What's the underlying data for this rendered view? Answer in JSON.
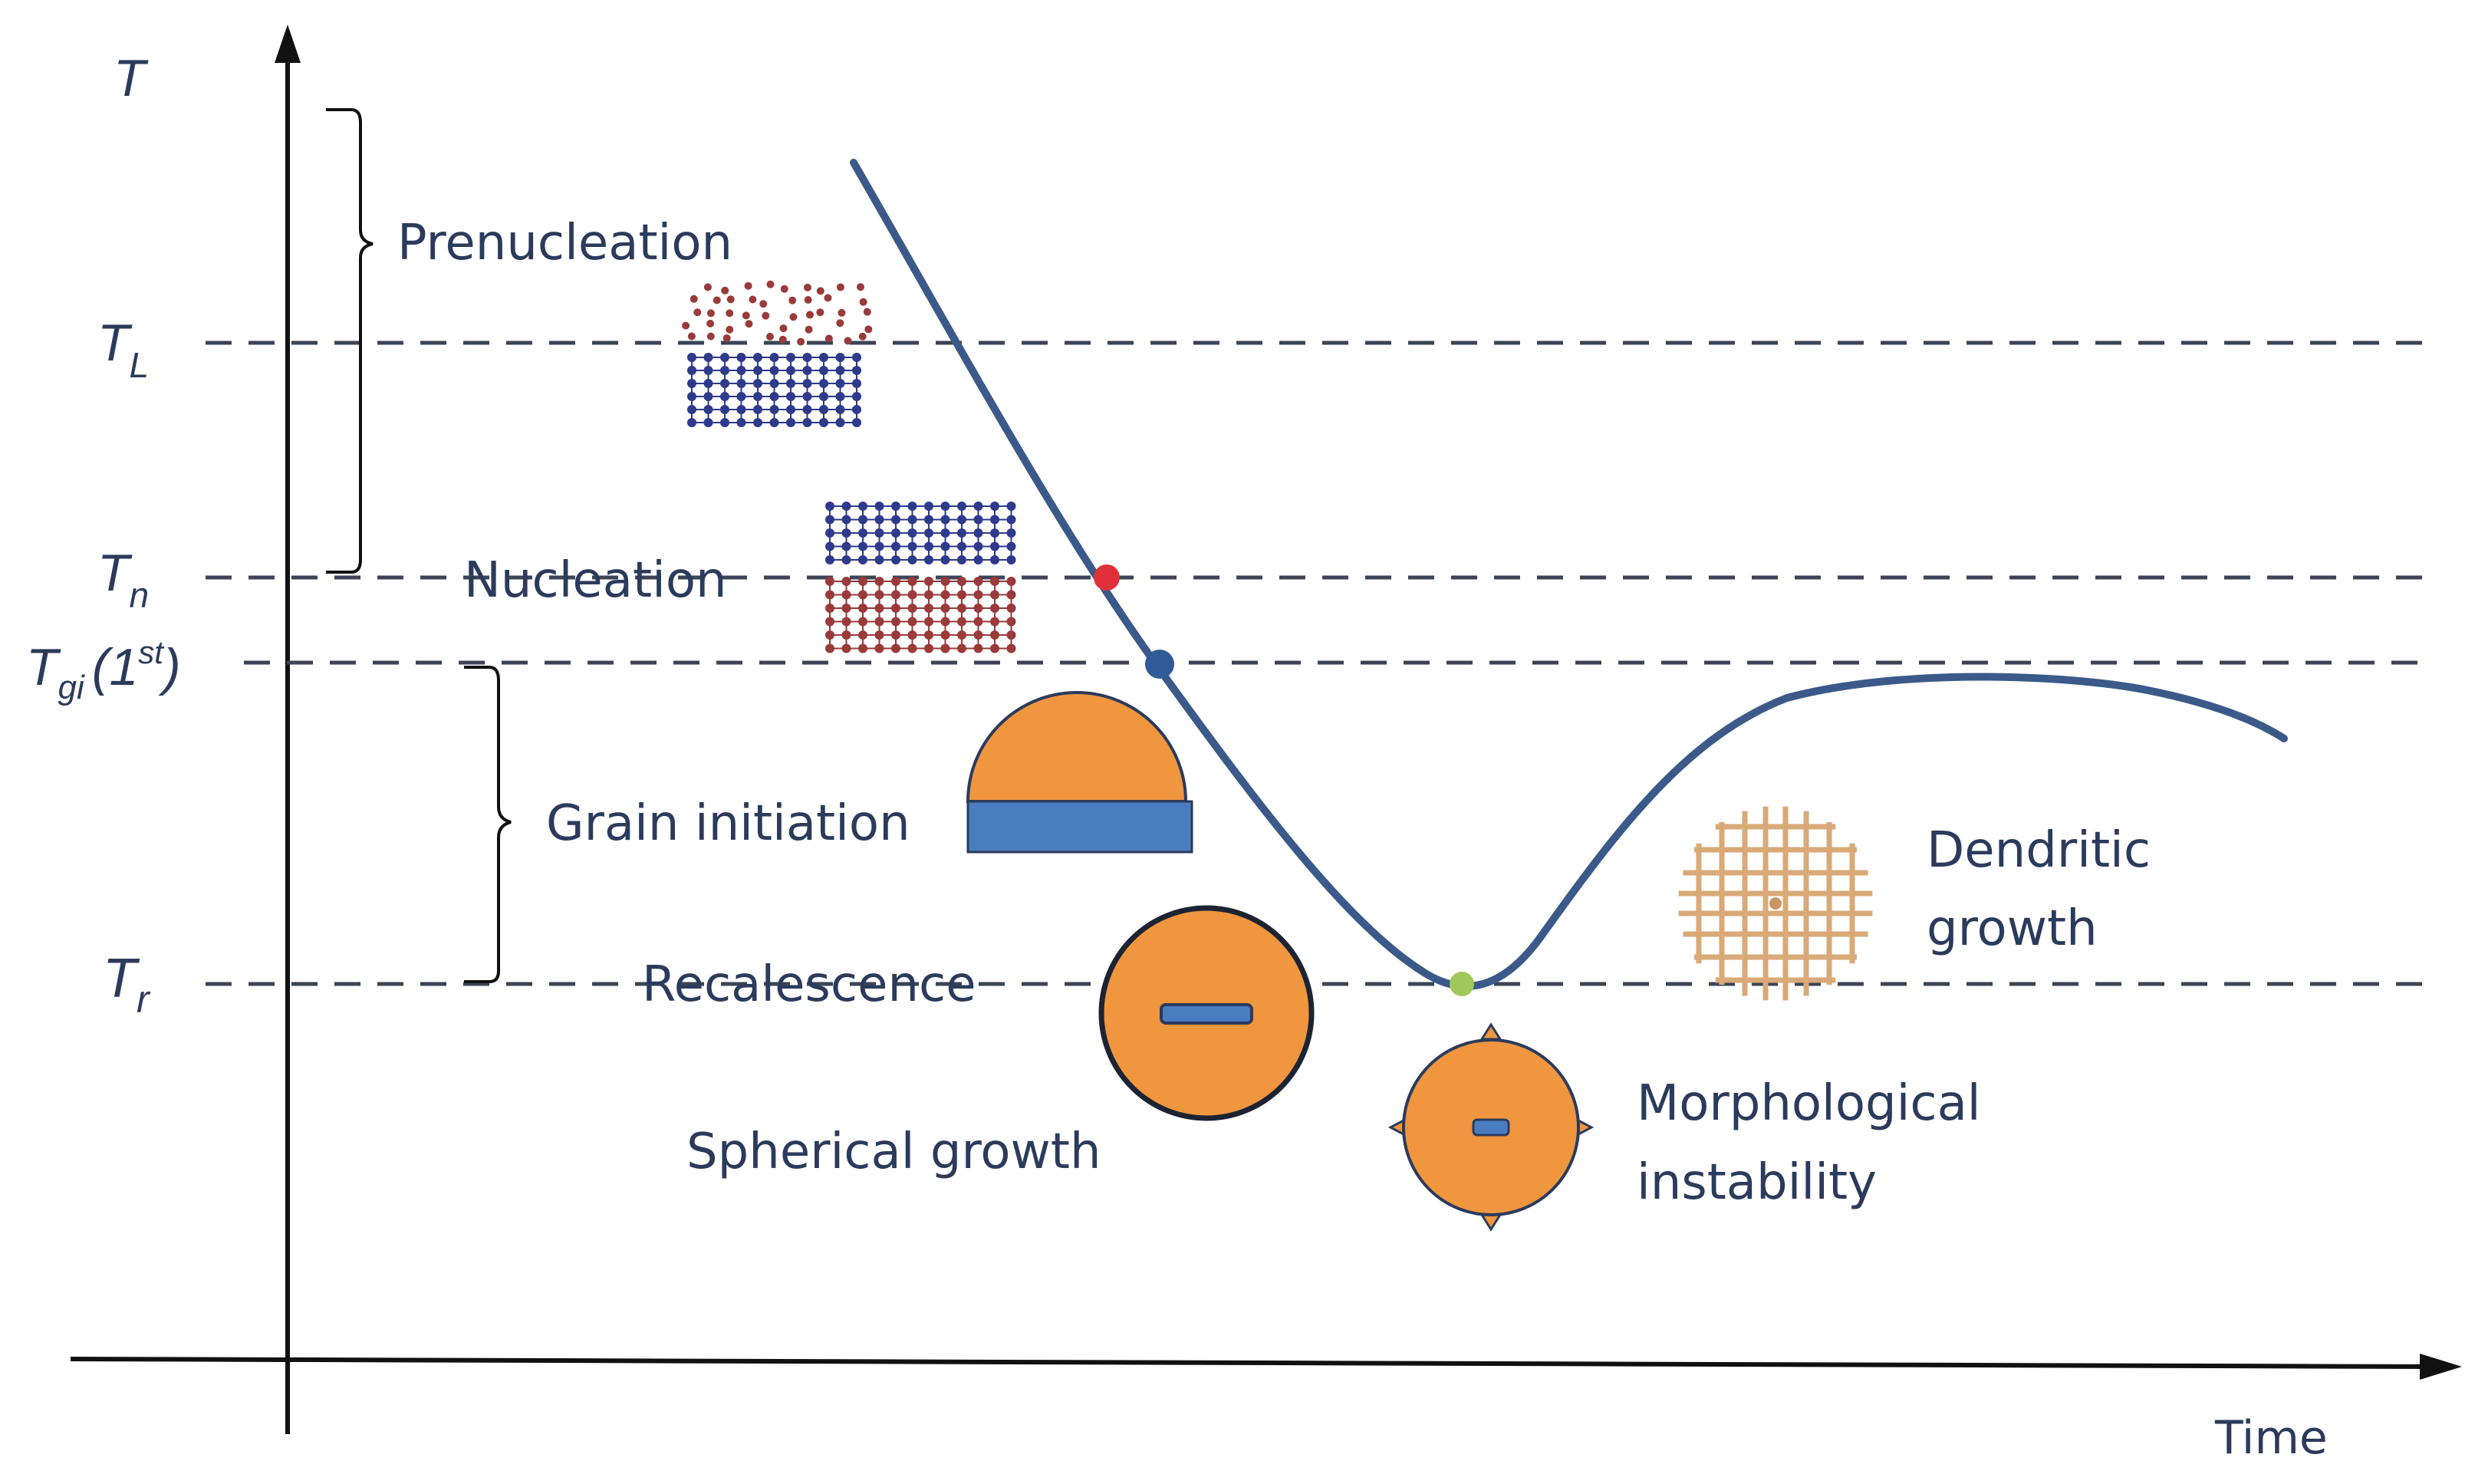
{
  "axes": {
    "y_label": "T",
    "x_label": "Time"
  },
  "levels": {
    "liquidus": {
      "base": "T",
      "sub": "L"
    },
    "nucleation": {
      "base": "T",
      "sub": "n"
    },
    "grain_initiation": {
      "base": "T",
      "sub": "gi",
      "suffix_open": "(1",
      "sup": "st",
      "suffix_close": ")"
    },
    "recalescence": {
      "base": "T",
      "sub": "r"
    }
  },
  "stages": {
    "prenucleation": "Prenucleation",
    "nucleation": "Nucleation",
    "grain_initiation": "Grain initiation",
    "recalescence": "Recalescence",
    "spherical_growth": "Spherical growth",
    "morphological_instability_line1": "Morphological",
    "morphological_instability_line2": "instability",
    "dendritic_growth_line1": "Dendritic",
    "dendritic_growth_line2": "growth"
  },
  "colors": {
    "curve": "#3b5a8a",
    "dashed_line": "#3a4456",
    "axis": "#111111",
    "text": "#2b3b5c",
    "nucleation_point": "#e0303a",
    "grain_initiation_point": "#2f5c96",
    "recalescence_point": "#9fc85a",
    "solid_atom": "#2e3a8c",
    "liquid_atom": "#9a3a3a",
    "grain_orange": "#f0963f",
    "grain_blue": "#4a7cc0"
  },
  "icons": [
    "atom-lattice-liquid-over-solid-icon",
    "atom-lattice-solid-over-liquid-icon",
    "hemispherical-grain-icon",
    "spherical-grain-icon",
    "unstable-grain-icon",
    "dendrite-grid-icon"
  ]
}
